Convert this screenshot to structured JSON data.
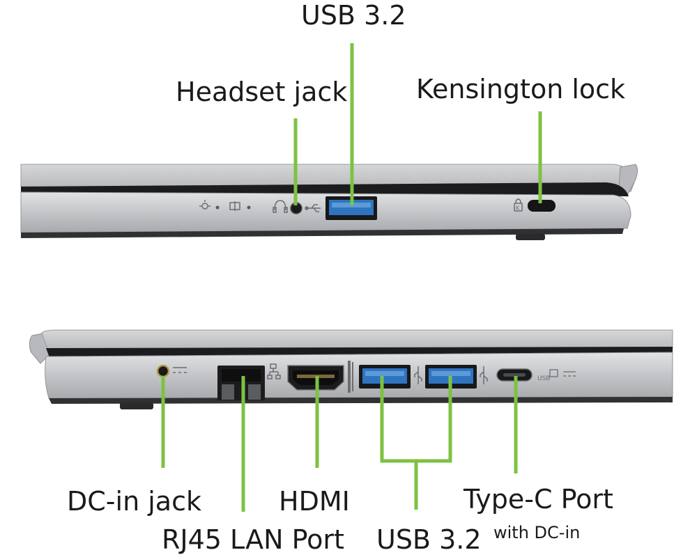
{
  "colors": {
    "callout_line": "#7dc242",
    "chassis": "#c9cacc",
    "label_text": "#1a1a1a",
    "port_blue": "#2f74c0"
  },
  "top_view": {
    "labels": {
      "usb": "USB 3.2",
      "headset": "Headset jack",
      "kensington": "Kensington lock"
    }
  },
  "bottom_view": {
    "labels": {
      "dc_in": "DC-in jack",
      "rj45": "RJ45 LAN Port",
      "hdmi": "HDMI",
      "usb": "USB 3.2",
      "typec": "Type-C Port",
      "typec_sub": "with DC-in"
    }
  }
}
